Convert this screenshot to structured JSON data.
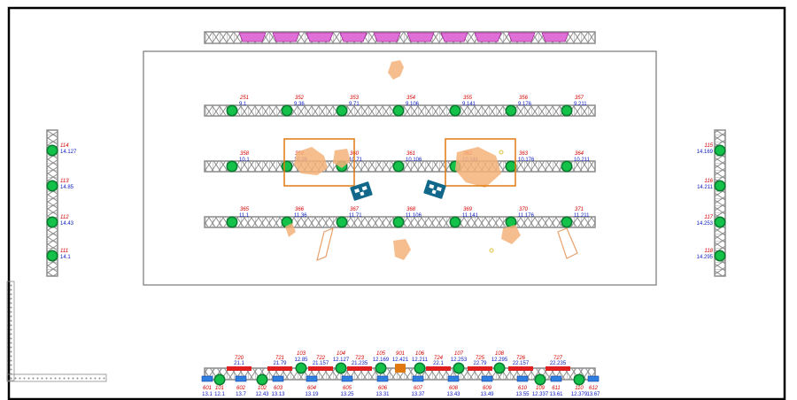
{
  "colors": {
    "truss": "#8c8c8c",
    "fixture_green": "#14c24a",
    "fixture_ring": "#0a7a2e",
    "channel_red": "#d40000",
    "address_blue": "#1020c0",
    "magenta": "#e070d8",
    "focus_orange": "#e07a10",
    "floor_peach": "#f5b27a",
    "device_teal": "#11688a",
    "blue_unit": "#2f7fe0",
    "red_unit": "#e02020"
  },
  "icons": {
    "fixture": "green-spotlight-circle",
    "device": "teal-equipment-icon",
    "ground_unit": "blue-rectangle"
  },
  "stage_trusses": [
    {
      "name": "truss-row-1",
      "fixtures": [
        {
          "ch": "251",
          "addr": "9.1"
        },
        {
          "ch": "352",
          "addr": "9.36"
        },
        {
          "ch": "353",
          "addr": "9.71"
        },
        {
          "ch": "354",
          "addr": "9.106"
        },
        {
          "ch": "355",
          "addr": "9.141"
        },
        {
          "ch": "356",
          "addr": "9.176"
        },
        {
          "ch": "357",
          "addr": "9.211"
        }
      ]
    },
    {
      "name": "truss-row-2",
      "fixtures": [
        {
          "ch": "358",
          "addr": "10.1"
        },
        {
          "ch": "359",
          "addr": "10.36"
        },
        {
          "ch": "360",
          "addr": "10.71"
        },
        {
          "ch": "361",
          "addr": "10.106"
        },
        {
          "ch": "362",
          "addr": "10.141"
        },
        {
          "ch": "363",
          "addr": "10.176"
        },
        {
          "ch": "364",
          "addr": "10.211"
        }
      ]
    },
    {
      "name": "truss-row-3",
      "fixtures": [
        {
          "ch": "365",
          "addr": "11.1"
        },
        {
          "ch": "366",
          "addr": "11.36"
        },
        {
          "ch": "367",
          "addr": "11.71"
        },
        {
          "ch": "368",
          "addr": "11.106"
        },
        {
          "ch": "369",
          "addr": "11.141"
        },
        {
          "ch": "370",
          "addr": "11.176"
        },
        {
          "ch": "371",
          "addr": "11.211"
        }
      ]
    }
  ],
  "left_tower": [
    {
      "ch": "114",
      "addr": "14.127"
    },
    {
      "ch": "113",
      "addr": "14.85"
    },
    {
      "ch": "112",
      "addr": "14.43"
    },
    {
      "ch": "111",
      "addr": "14.1"
    }
  ],
  "right_tower": [
    {
      "ch": "115",
      "addr": "14.169"
    },
    {
      "ch": "116",
      "addr": "14.211"
    },
    {
      "ch": "117",
      "addr": "14.253"
    },
    {
      "ch": "118",
      "addr": "14.295"
    }
  ],
  "bottom_top_labels": [
    {
      "ch": "720",
      "addr": "21.1"
    },
    {
      "ch": "721",
      "addr": "21.79"
    },
    {
      "ch": "103",
      "addr": "12.85"
    },
    {
      "ch": "722",
      "addr": "21.157"
    },
    {
      "ch": "104",
      "addr": "12.127"
    },
    {
      "ch": "723",
      "addr": "21.235"
    },
    {
      "ch": "105",
      "addr": "12.169"
    },
    {
      "ch": "901",
      "addr": "12.421"
    },
    {
      "ch": "106",
      "addr": "12.211"
    },
    {
      "ch": "724",
      "addr": "22.1"
    },
    {
      "ch": "107",
      "addr": "12.253"
    },
    {
      "ch": "725",
      "addr": "22.79"
    },
    {
      "ch": "108",
      "addr": "12.295"
    },
    {
      "ch": "726",
      "addr": "22.157"
    },
    {
      "ch": "727",
      "addr": "22.235"
    }
  ],
  "bottom_low_labels": [
    {
      "ch": "601",
      "addr": "13.1"
    },
    {
      "ch": "101",
      "addr": "12.1"
    },
    {
      "ch": "602",
      "addr": "13.7"
    },
    {
      "ch": "102",
      "addr": "12.43"
    },
    {
      "ch": "603",
      "addr": "13.13"
    },
    {
      "ch": "604",
      "addr": "13.19"
    },
    {
      "ch": "605",
      "addr": "13.25"
    },
    {
      "ch": "606",
      "addr": "13.31"
    },
    {
      "ch": "607",
      "addr": "13.37"
    },
    {
      "ch": "608",
      "addr": "13.43"
    },
    {
      "ch": "609",
      "addr": "13.49"
    },
    {
      "ch": "610",
      "addr": "13.55"
    },
    {
      "ch": "109",
      "addr": "12.337"
    },
    {
      "ch": "611",
      "addr": "13.61"
    },
    {
      "ch": "110",
      "addr": "12.379"
    },
    {
      "ch": "612",
      "addr": "13.67"
    }
  ]
}
